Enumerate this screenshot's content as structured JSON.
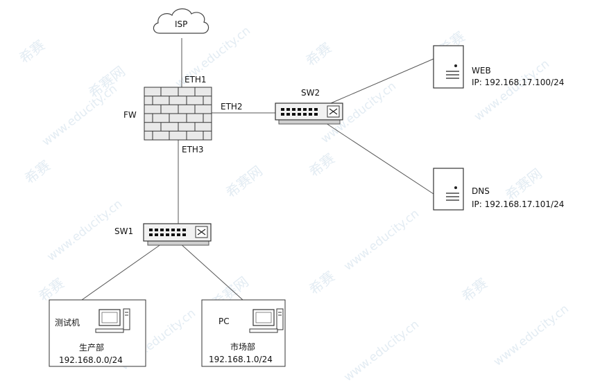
{
  "watermark": {
    "brand": "希赛",
    "site": "www.educity.cn",
    "short": "希赛网",
    "color": "#e3ecf3"
  },
  "nodes": {
    "isp": "ISP",
    "fw": "FW",
    "eth1": "ETH1",
    "eth2": "ETH2",
    "eth3": "ETH3",
    "sw1": "SW1",
    "sw2": "SW2",
    "web": {
      "name": "WEB",
      "ip": "IP: 192.168.17.100/24"
    },
    "dns": {
      "name": "DNS",
      "ip": "IP: 192.168.17.101/24"
    },
    "production": {
      "device": "测试机",
      "dept": "生产部",
      "subnet": "192.168.0.0/24"
    },
    "market": {
      "device": "PC",
      "dept": "市场部",
      "subnet": "192.168.1.0/24"
    }
  },
  "colors": {
    "line": "#555555",
    "brick": "#e9e9e9",
    "switch": "#f2f2f2"
  }
}
